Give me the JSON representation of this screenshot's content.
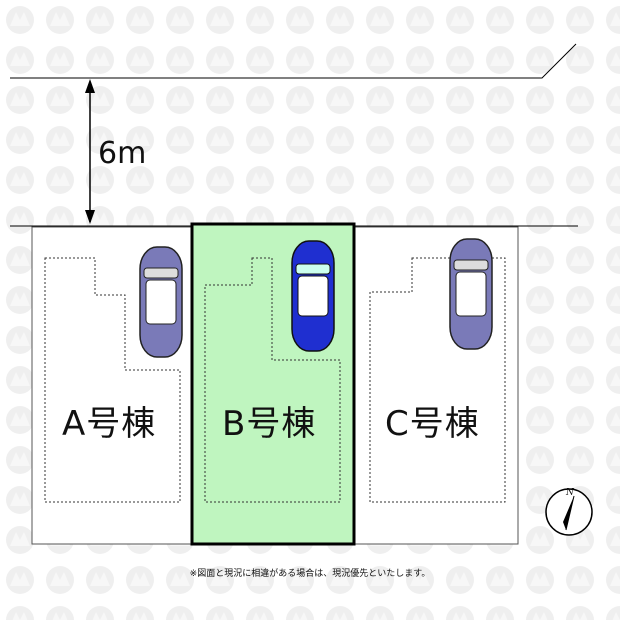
{
  "road": {
    "width_label": "6m"
  },
  "lots": [
    {
      "id": "A",
      "label": "A号棟",
      "highlighted": false
    },
    {
      "id": "B",
      "label": "B号棟",
      "highlighted": true
    },
    {
      "id": "C",
      "label": "C号棟",
      "highlighted": false
    }
  ],
  "cars": [
    {
      "lot": "A",
      "color": "#7a7ab8"
    },
    {
      "lot": "B",
      "color": "#1f2fd0"
    },
    {
      "lot": "C",
      "color": "#7a7ab8"
    }
  ],
  "compass": {
    "letter": "N"
  },
  "note": "※図面と現況に相違がある場合は、現況優先といたします。",
  "colors": {
    "highlight_fill": "#bff5bf",
    "line": "#000000",
    "watermark": "#eeeeee"
  }
}
